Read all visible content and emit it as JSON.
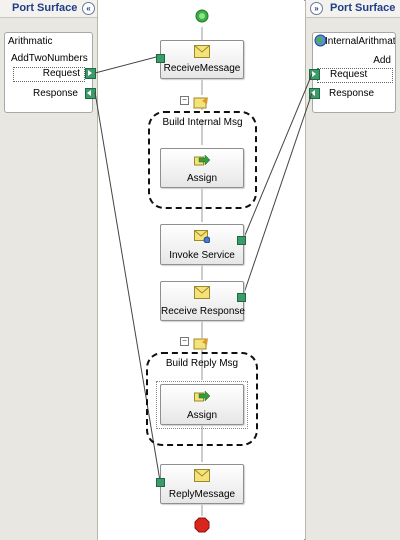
{
  "left_surface": {
    "title": "Port Surface",
    "collapse_glyph": "«",
    "port": {
      "name": "Arithmatic",
      "operation": "AddTwoNumbers",
      "request_label": "Request",
      "response_label": "Response"
    }
  },
  "right_surface": {
    "title": "Port Surface",
    "expand_glyph": "»",
    "port": {
      "name": "InternalArithmatic...",
      "operation": "Add",
      "request_label": "Request",
      "response_label": "Response"
    }
  },
  "shapes": {
    "receive_message": "ReceiveMessage",
    "build_internal_msg": "Build Internal Msg",
    "assign_1": "Assign",
    "invoke_service": "Invoke Service",
    "receive_response": "Receive Response",
    "build_reply_msg": "Build Reply Msg",
    "assign_2": "Assign",
    "reply_message": "ReplyMessage"
  },
  "collapse_toggle": "−",
  "colors": {
    "port_surface_bg": "#e9e7e1",
    "title_blue": "#1f3c88",
    "connector_green": "#3d9a6a",
    "start_green": "#3cb043",
    "end_red": "#d9261c"
  },
  "icons": {
    "message": "envelope-icon",
    "assign": "assign-arrow-icon",
    "start": "start-shape-icon",
    "end": "end-shape-icon",
    "port": "globe-port-icon"
  }
}
